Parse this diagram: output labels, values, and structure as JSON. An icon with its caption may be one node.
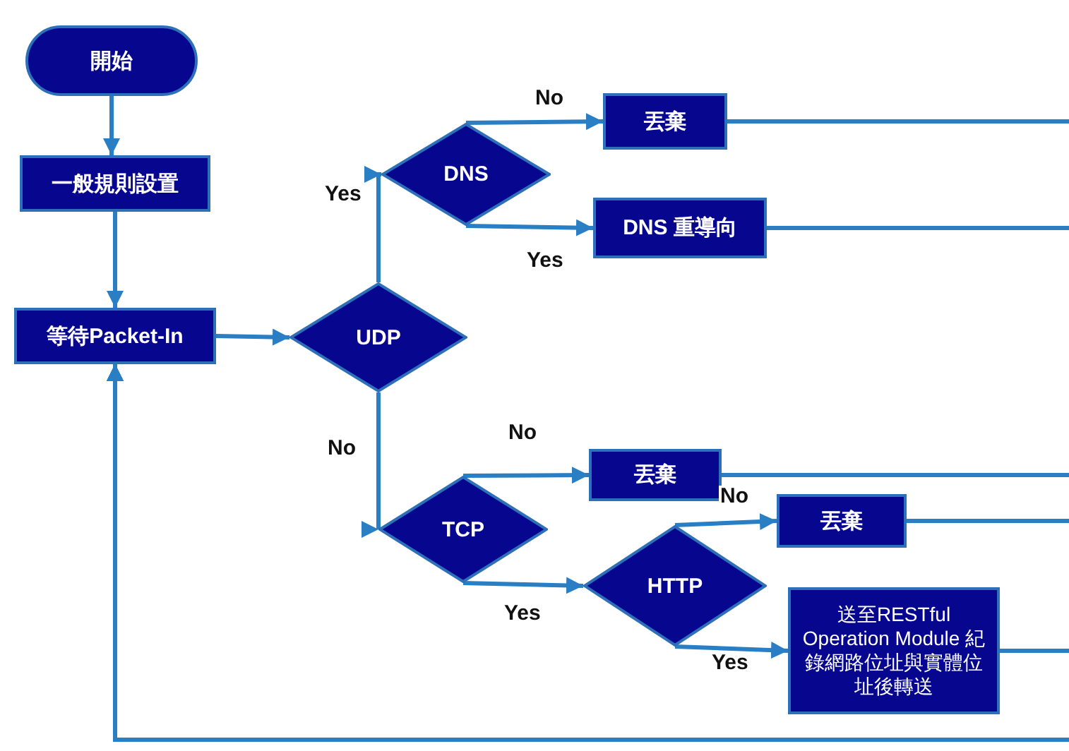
{
  "diagram": {
    "nodes": [
      {
        "text": [
          "開始"
        ]
      },
      {
        "text": [
          "一般規則設置"
        ]
      },
      {
        "text": [
          "等待Packet-In"
        ]
      },
      {
        "text": [
          "UDP"
        ]
      },
      {
        "text": [
          "DNS"
        ]
      },
      {
        "text": [
          "丟棄"
        ]
      },
      {
        "text": [
          "DNS 重導向"
        ]
      },
      {
        "text": [
          "TCP"
        ]
      },
      {
        "text": [
          "丟棄"
        ]
      },
      {
        "text": [
          "丟棄"
        ]
      },
      {
        "text": [
          "HTTP"
        ]
      },
      {
        "text": [
          "送至RESTful Operation Module 紀錄網路位址與實體位址後轉送"
        ]
      }
    ],
    "edges": [
      {
        "from": 0,
        "to": 1,
        "arrow": "to"
      },
      {
        "from": 1,
        "to": 2,
        "arrow": "to"
      },
      {
        "from": 2,
        "to": 3,
        "arrow": "to"
      },
      {
        "from": 3,
        "to": 4,
        "arrow": "to",
        "label": "Yes"
      },
      {
        "from": 4,
        "to": 5,
        "arrow": "to",
        "label": "No"
      },
      {
        "from": 4,
        "to": 6,
        "arrow": "to",
        "label": "Yes"
      },
      {
        "from": 3,
        "to": 7,
        "arrow": "to",
        "label": "No"
      },
      {
        "from": 7,
        "to": 8,
        "arrow": "to",
        "label": "No"
      },
      {
        "from": 7,
        "to": 10,
        "arrow": "to",
        "label": "Yes"
      },
      {
        "from": 10,
        "to": 9,
        "arrow": "to",
        "label": "No"
      },
      {
        "from": 10,
        "to": 11,
        "arrow": "to",
        "label": "Yes"
      },
      {
        "from": 5,
        "to": 2,
        "arrow": "to"
      },
      {
        "from": 6,
        "to": 2,
        "arrow": "to"
      },
      {
        "from": 8,
        "to": 2,
        "arrow": "to"
      },
      {
        "from": 9,
        "to": 2,
        "arrow": "to"
      },
      {
        "from": 11,
        "to": 2,
        "arrow": "to"
      }
    ]
  }
}
